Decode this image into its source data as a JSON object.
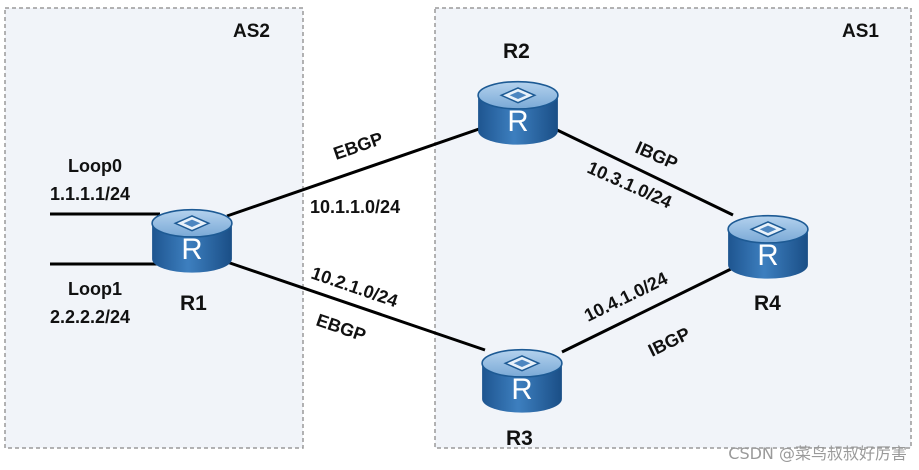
{
  "domains": [
    {
      "id": "as2",
      "label": "AS2"
    },
    {
      "id": "as1",
      "label": "AS1"
    }
  ],
  "routers": {
    "r1": {
      "label": "R1",
      "icon_glyph": "R"
    },
    "r2": {
      "label": "R2",
      "icon_glyph": "R"
    },
    "r3": {
      "label": "R3",
      "icon_glyph": "R"
    },
    "r4": {
      "label": "R4",
      "icon_glyph": "R"
    }
  },
  "links": {
    "r1_r2": {
      "protocol": "EBGP",
      "subnet": "10.1.1.0/24"
    },
    "r1_r3": {
      "protocol": "EBGP",
      "subnet": "10.2.1.0/24"
    },
    "r2_r4": {
      "protocol": "IBGP",
      "subnet": "10.3.1.0/24"
    },
    "r3_r4": {
      "protocol": "IBGP",
      "subnet": "10.4.1.0/24"
    }
  },
  "loopbacks": [
    {
      "name": "Loop0",
      "address": "1.1.1.1/24"
    },
    {
      "name": "Loop1",
      "address": "2.2.2.2/24"
    }
  ],
  "watermark": "CSDN @菜鸟叔叔好厉害",
  "colors": {
    "domain_fill": "#f1f4f9",
    "domain_border": "#9a9a9a",
    "router_top": "#8fb8dd",
    "router_body": "#2f6aa5",
    "router_dark": "#174a7e",
    "line": "#000000"
  }
}
